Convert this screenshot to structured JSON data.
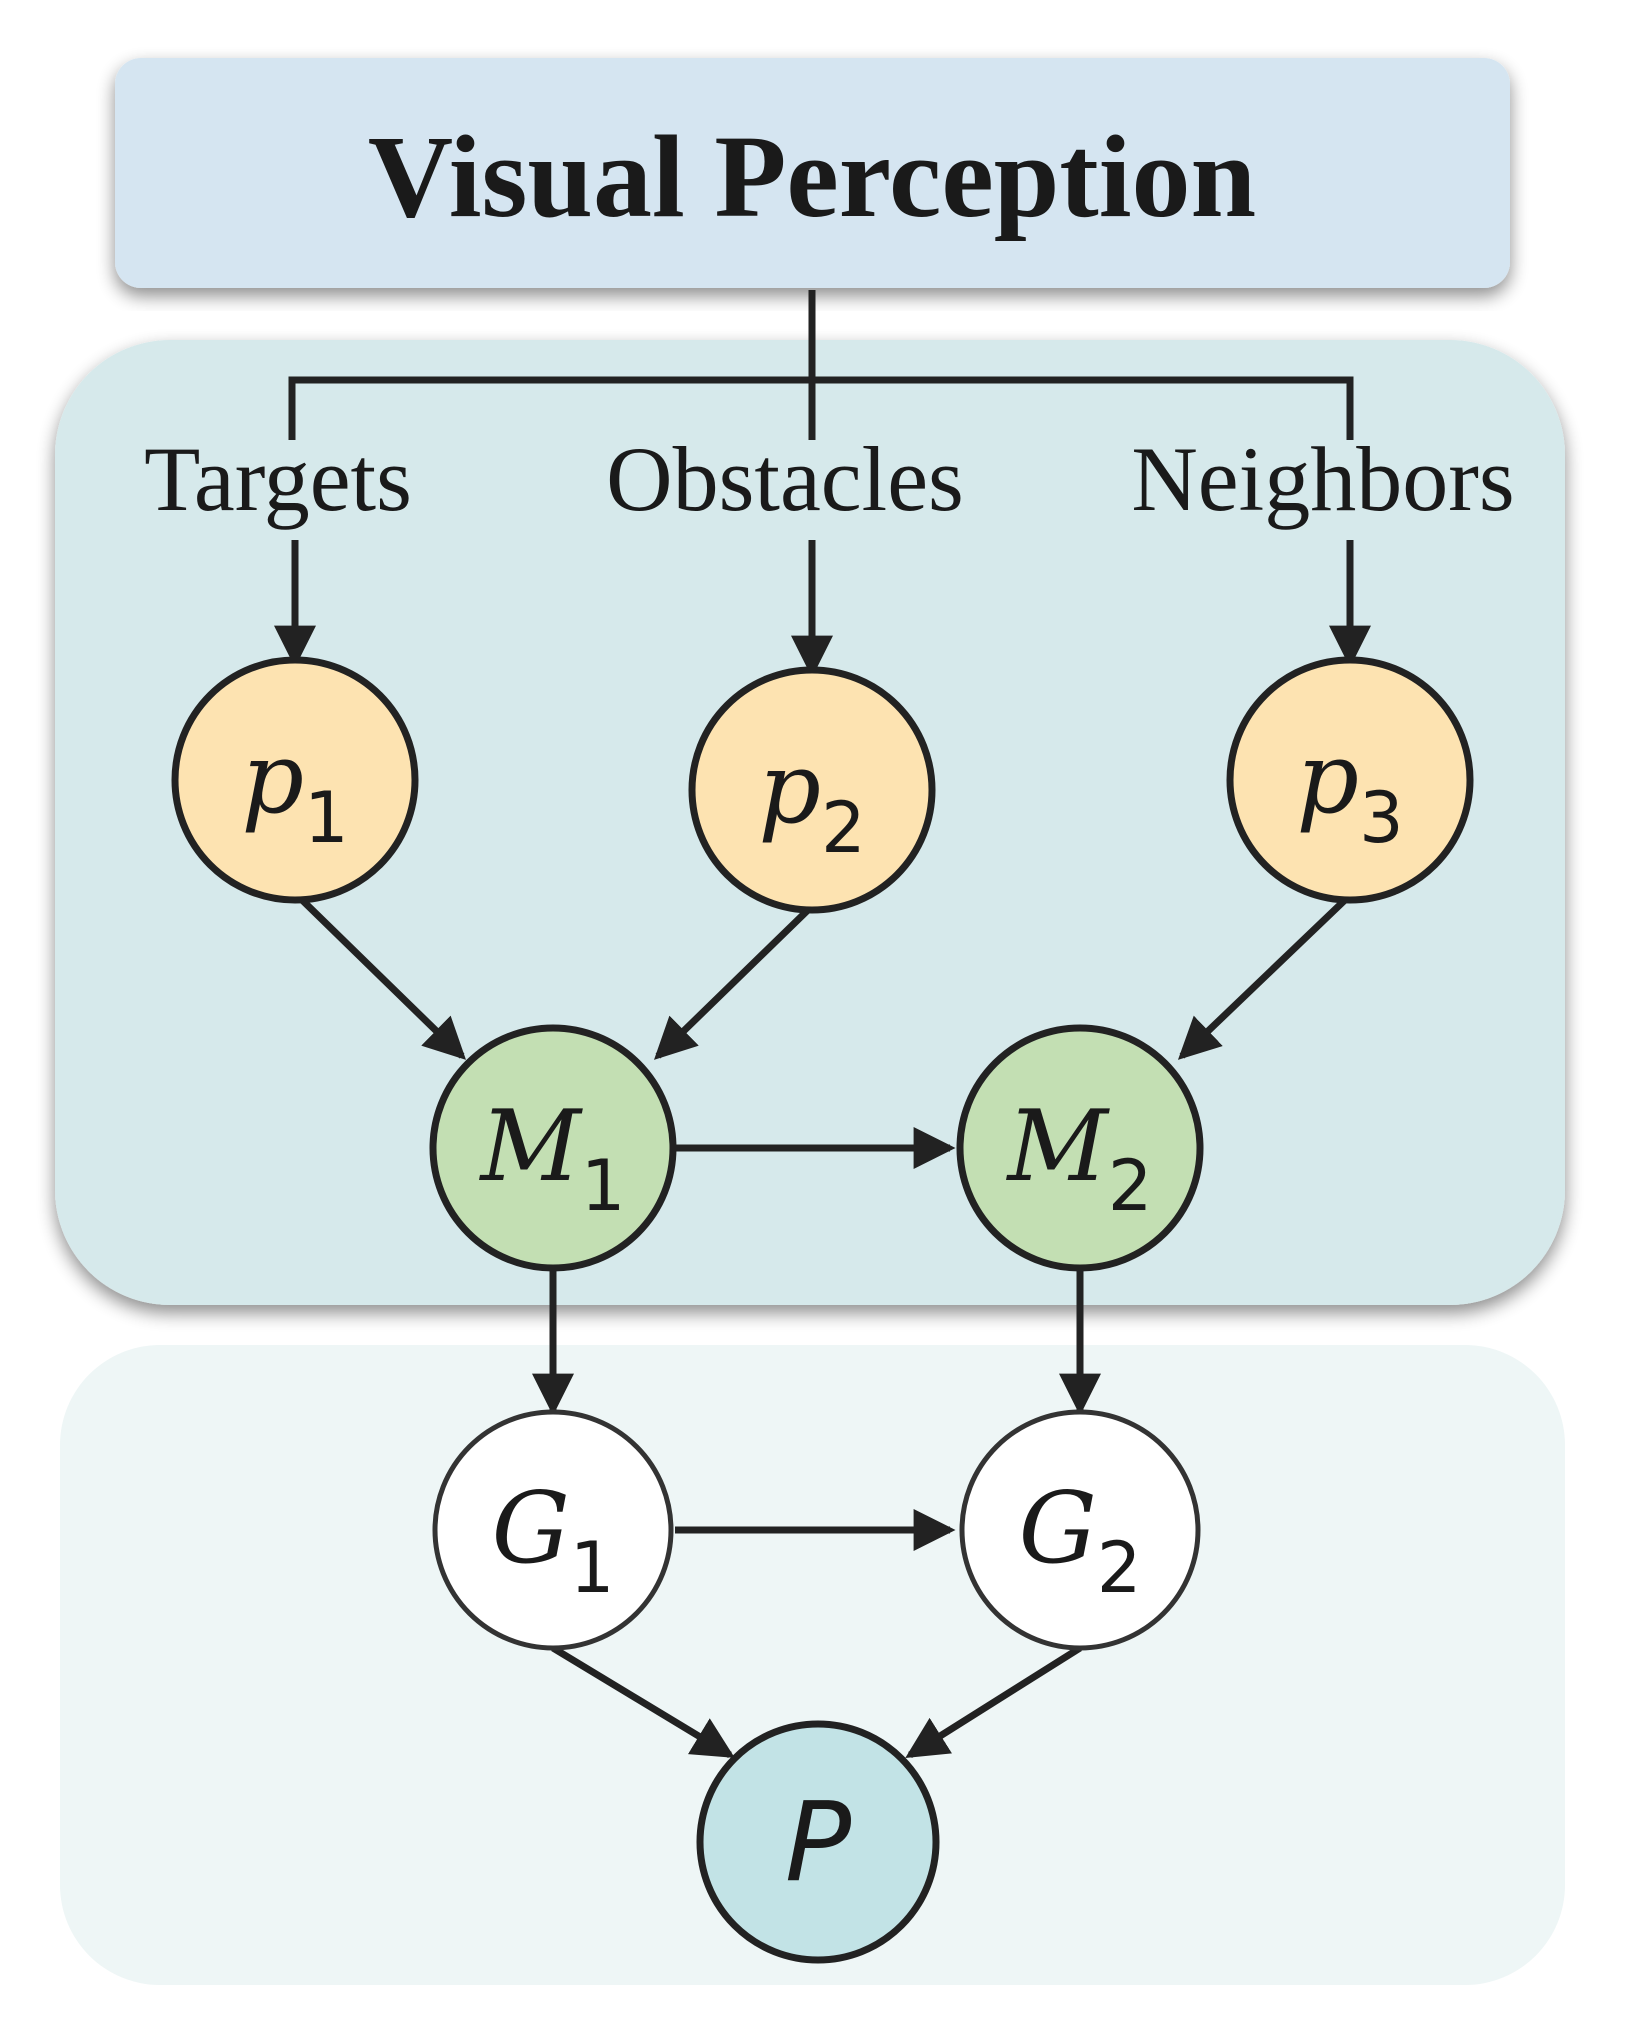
{
  "title": "Visual Perception",
  "categories": [
    "Targets",
    "Obstacles",
    "Neighbors"
  ],
  "nodes": {
    "p1": {
      "main": "p",
      "sub": "1"
    },
    "p2": {
      "main": "p",
      "sub": "2"
    },
    "p3": {
      "main": "p",
      "sub": "3"
    },
    "M1": {
      "main": "M",
      "sub": "1"
    },
    "M2": {
      "main": "M",
      "sub": "2"
    },
    "G1": {
      "main": "G",
      "sub": "1"
    },
    "G2": {
      "main": "G",
      "sub": "2"
    },
    "P": {
      "main": "P"
    }
  },
  "colors": {
    "title_box": "#d5e5f1",
    "upper_panel": "#d6e9eb",
    "lower_panel": "#eef6f6",
    "p_nodes": "#fde3b1",
    "m_nodes": "#c3dfb3",
    "g_nodes": "#ffffff",
    "output_node": "#c2e3e6",
    "stroke": "#222222"
  }
}
